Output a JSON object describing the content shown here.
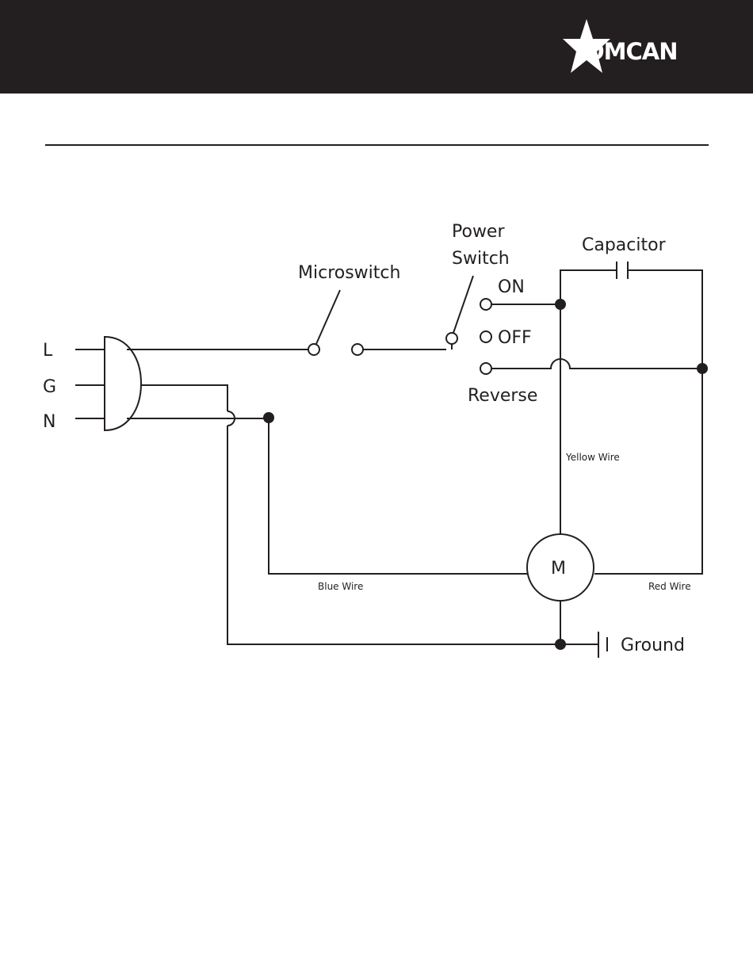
{
  "header": {
    "brand": "OMCAN"
  },
  "diagram": {
    "terminals": [
      "L",
      "G",
      "N"
    ],
    "microswitch": "Microswitch",
    "power_switch": [
      "Power",
      "Switch"
    ],
    "switch_positions": {
      "on": "ON",
      "off": "OFF",
      "reverse": "Reverse"
    },
    "capacitor": "Capacitor",
    "motor": "M",
    "ground": "Ground",
    "wires": {
      "yellow": "Yellow Wire",
      "blue": "Blue Wire",
      "red": "Red Wire"
    }
  },
  "colors": {
    "header_bg": "#231f20",
    "line": "#231f20",
    "brand_text": "#ffffff"
  }
}
